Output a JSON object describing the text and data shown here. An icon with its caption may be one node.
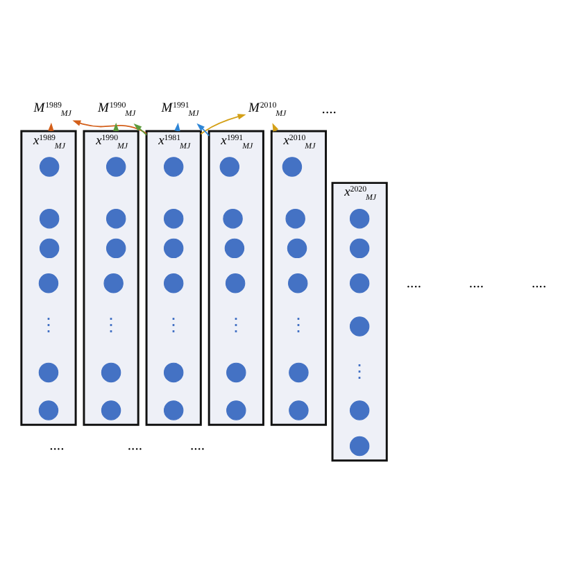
{
  "diagram": {
    "nodes": [
      {
        "text": [
          "M$^{1989}$$_{MJ}$"
        ]
      },
      {
        "text": [
          "M$^{1990}$$_{MJ}$"
        ]
      },
      {
        "text": [
          "M$^{1991}$$_{MJ}$"
        ]
      },
      {
        "text": [
          "M$^{2010}$$_{MJ}$"
        ]
      },
      {
        "text": [
          "x$^{1981}$$_{MJ}$"
        ]
      },
      {
        "text": [
          "x$^{1989}$$_{MJ}$"
        ]
      },
      {
        "text": [
          "x$^{1990}$$_{MJ}$"
        ]
      },
      {
        "text": [
          "x$^{1991}$$_{MJ}$"
        ]
      },
      {
        "text": [
          "x$^{2010}$$_{MJ}$"
        ]
      },
      {
        "text": [
          "x$^{2020}$$_{MJ}$"
        ]
      },
      {
        "text": [],
        "shape": "circle",
        "in": 4
      },
      {
        "text": [],
        "shape": "circle",
        "in": 4
      },
      {
        "text": [],
        "shape": "circle",
        "in": 4
      },
      {
        "text": [],
        "shape": "circle",
        "in": 4
      },
      {
        "text": [],
        "shape": "circle",
        "in": 4
      },
      {
        "text": [],
        "shape": "circle",
        "in": 4
      },
      {
        "text": [],
        "shape": "circle",
        "in": 5
      },
      {
        "text": [],
        "shape": "circle",
        "in": 5
      },
      {
        "text": [],
        "shape": "circle",
        "in": 5
      },
      {
        "text": [],
        "shape": "circle",
        "in": 5
      },
      {
        "text": [],
        "shape": "circle",
        "in": 5
      },
      {
        "text": [],
        "shape": "circle",
        "in": 5
      },
      {
        "text": [],
        "shape": "circle",
        "in": 6
      },
      {
        "text": [],
        "shape": "circle",
        "in": 6
      },
      {
        "text": [],
        "shape": "circle",
        "in": 6
      },
      {
        "text": [],
        "shape": "circle",
        "in": 6
      },
      {
        "text": [],
        "shape": "circle",
        "in": 6
      },
      {
        "text": [],
        "shape": "circle",
        "in": 6
      },
      {
        "text": [],
        "shape": "circle",
        "in": 7
      },
      {
        "text": [],
        "shape": "circle",
        "in": 7
      },
      {
        "text": [],
        "shape": "circle",
        "in": 7
      },
      {
        "text": [],
        "shape": "circle",
        "in": 7
      },
      {
        "text": [],
        "shape": "circle",
        "in": 7
      },
      {
        "text": [],
        "shape": "circle",
        "in": 7
      },
      {
        "text": [],
        "shape": "circle",
        "in": 8
      },
      {
        "text": [],
        "shape": "circle",
        "in": 8
      },
      {
        "text": [],
        "shape": "circle",
        "in": 8
      },
      {
        "text": [],
        "shape": "circle",
        "in": 8
      },
      {
        "text": [],
        "shape": "circle",
        "in": 8
      },
      {
        "text": [],
        "shape": "circle",
        "in": 8
      },
      {
        "text": [],
        "shape": "circle",
        "in": 9
      },
      {
        "text": [],
        "shape": "circle",
        "in": 9
      },
      {
        "text": [],
        "shape": "circle",
        "in": 9
      },
      {
        "text": [],
        "shape": "circle",
        "in": 9
      },
      {
        "text": [],
        "shape": "circle",
        "in": 9
      },
      {
        "text": [],
        "shape": "circle",
        "in": 9
      }
    ],
    "edges": [
      {
        "from": 4,
        "to": 0,
        "arrow": "to",
        "color": "#d35f1a"
      },
      {
        "from": 5,
        "to": 0,
        "arrow": "to",
        "color": "#d35f1a"
      },
      {
        "from": 4,
        "to": 1,
        "arrow": "to",
        "color": "#5b9a3c"
      },
      {
        "from": 6,
        "to": 1,
        "arrow": "to",
        "color": "#5b9a3c"
      },
      {
        "from": 4,
        "to": 2,
        "arrow": "to",
        "color": "#2e86d6"
      },
      {
        "from": 7,
        "to": 2,
        "arrow": "to",
        "color": "#2e86d6"
      },
      {
        "from": 4,
        "to": 3,
        "arrow": "to",
        "color": "#d4a017"
      },
      {
        "from": 8,
        "to": 3,
        "arrow": "to",
        "color": "#d4a017"
      }
    ],
    "labels": [
      "....",
      "⋮",
      "....",
      "⋮",
      "⋮",
      "⋮",
      "....",
      "⋮",
      "....",
      "⋮",
      "....",
      "....",
      "...."
    ]
  }
}
